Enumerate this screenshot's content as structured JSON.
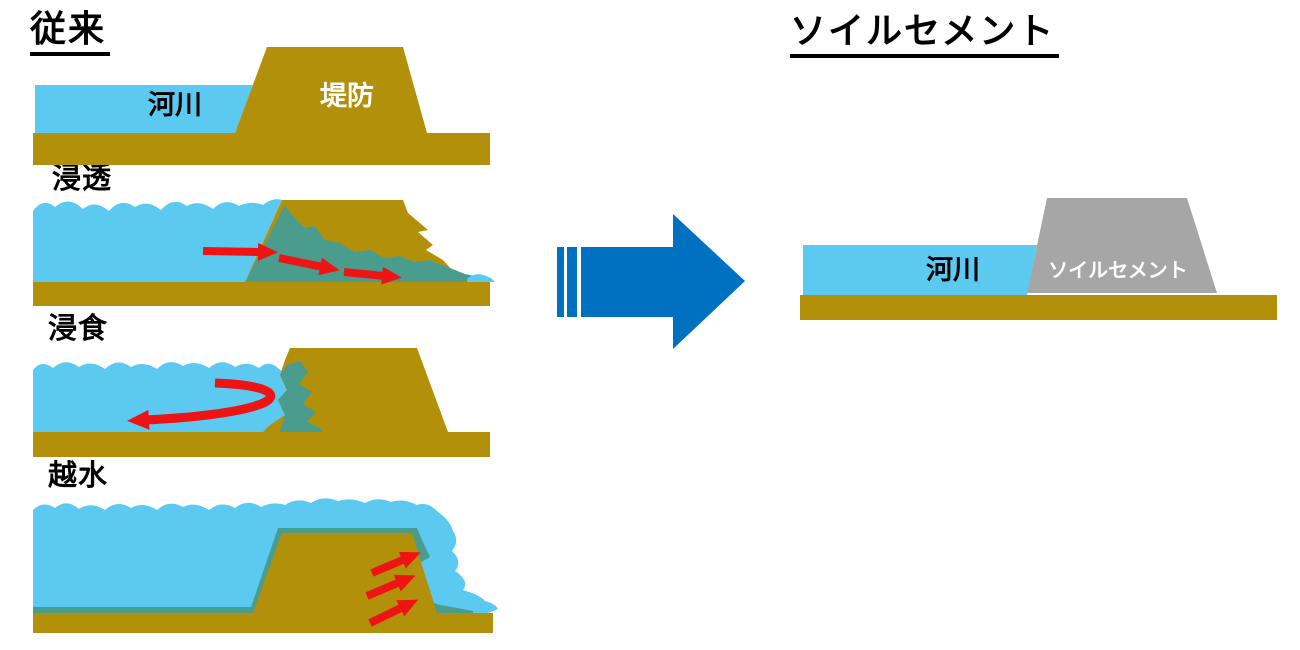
{
  "titles": {
    "conventional": "従来",
    "soil_cement": "ソイルセメント"
  },
  "sections": {
    "seepage": "浸透",
    "erosion": "浸食",
    "overflow": "越水"
  },
  "labels": {
    "river": "河川",
    "levee": "堤防",
    "soil_cement_levee": "ソイルセメント"
  },
  "colors": {
    "water": "#5BC9F0",
    "levee": "#B3900A",
    "seepage": "#4A9D8C",
    "arrow_red": "#EE1414",
    "arrow_blue": "#0070C0",
    "soil_cement": "#A6A6A6",
    "label_dark": "#000000",
    "label_light": "#FFFFFF",
    "background": "#FFFFFF"
  }
}
